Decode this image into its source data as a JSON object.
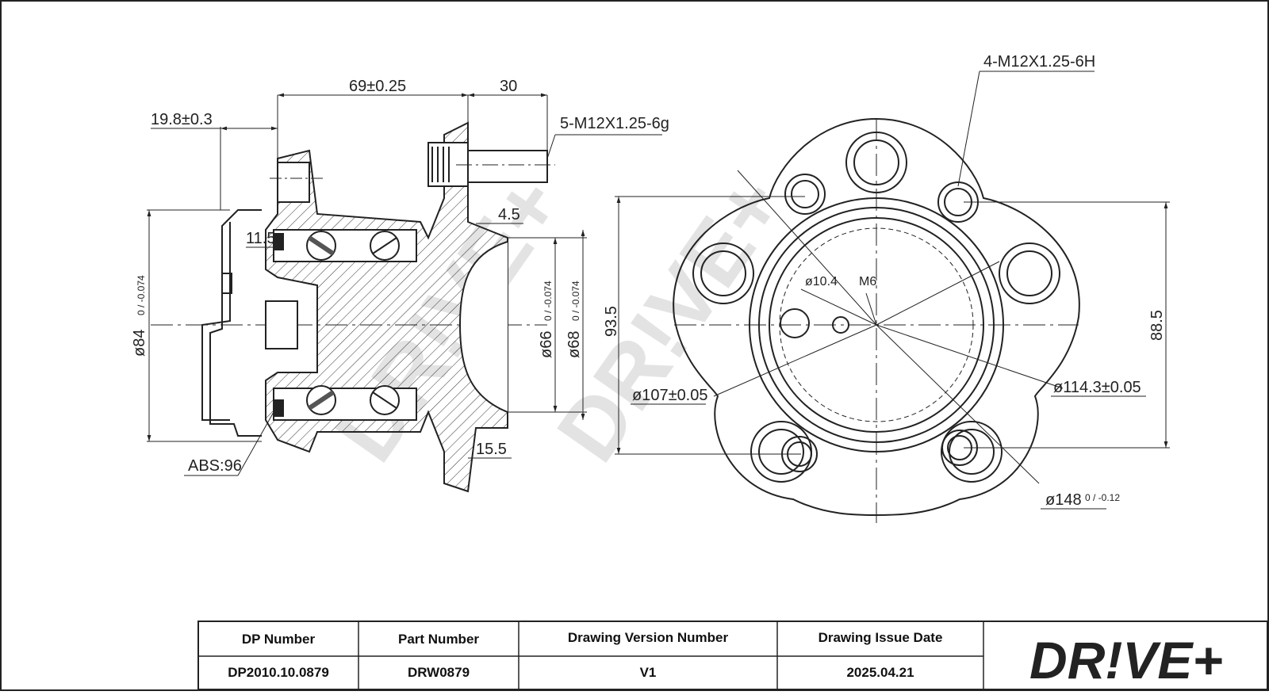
{
  "dimensions": {
    "width_69": "69±0.25",
    "width_30": "30",
    "offset_19_8": "19.8±0.3",
    "stud_thread": "5-M12X1.25-6g",
    "hole_thread": "4-M12X1.25-6H",
    "step_4_5": "4.5",
    "seal_11_5": "11.5",
    "dia_84": "ø84",
    "dia_84_tol": "0 / -0.074",
    "dia_66": "ø66",
    "dia_66_tol": "0 / -0.074",
    "dia_68": "ø68",
    "dia_68_tol": "0 / -0.074",
    "abs": "ABS:96",
    "flange_15_5": "15.5",
    "h_93_5": "93.5",
    "h_88_5": "88.5",
    "dia_10_4": "ø10.4",
    "m6": "M6",
    "dia_107": "ø107±0.05",
    "dia_114_3": "ø114.3±0.05",
    "dia_148": "ø148",
    "dia_148_tol": "0 / -0.12"
  },
  "watermark": "DR!VE+",
  "title_block": {
    "headers": [
      "DP Number",
      "Part Number",
      "Drawing Version Number",
      "Drawing Issue Date"
    ],
    "values": [
      "DP2010.10.0879",
      "DRW0879",
      "V1",
      "2025.04.21"
    ],
    "logo_text": "DR!VE+",
    "logo_color": "#f26a21"
  }
}
